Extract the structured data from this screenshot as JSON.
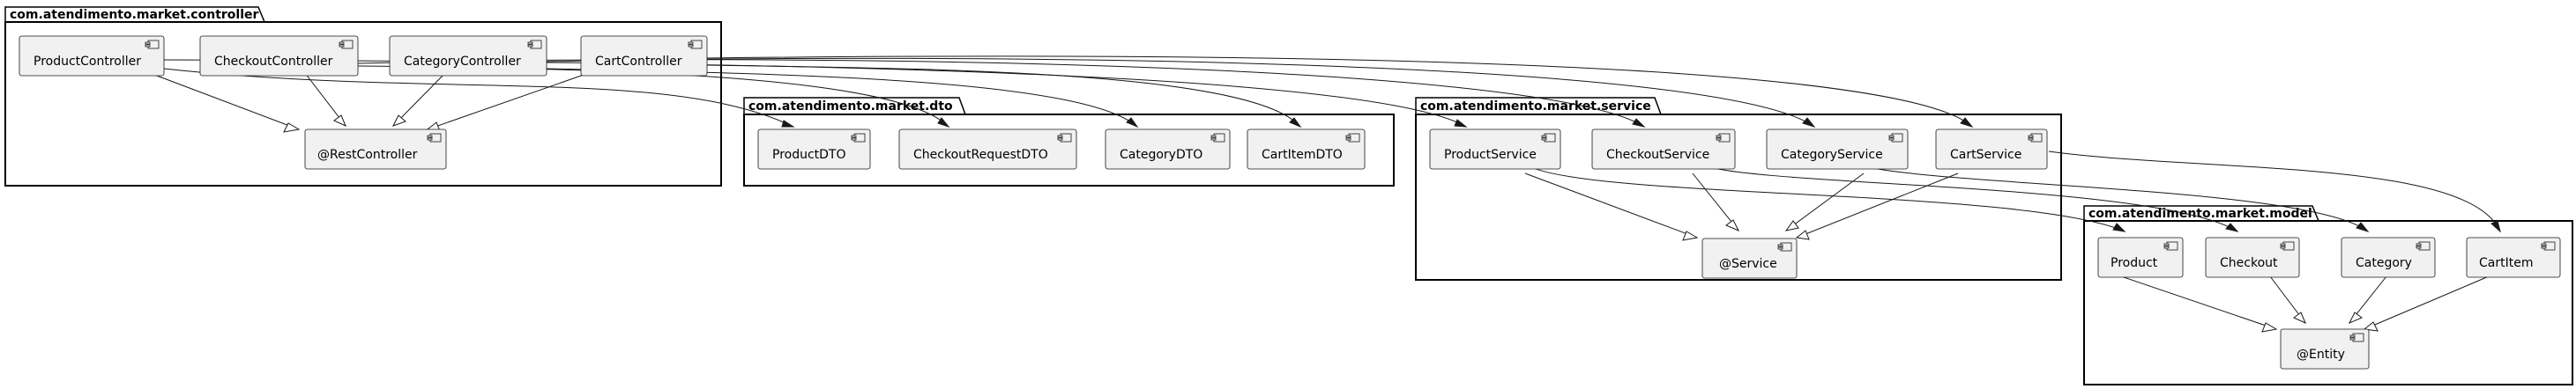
{
  "colors": {
    "component_fill": "#f1f1f1",
    "component_border": "#181818",
    "package_border": "#000000",
    "edge": "#181818",
    "background": "#ffffff"
  },
  "packages": {
    "controller": {
      "name": "com.atendimento.market.controller",
      "components": {
        "product": "ProductController",
        "checkout": "CheckoutController",
        "category": "CategoryController",
        "cart": "CartController",
        "rest": "@RestController"
      }
    },
    "dto": {
      "name": "com.atendimento.market.dto",
      "components": {
        "product": "ProductDTO",
        "checkout": "CheckoutRequestDTO",
        "category": "CategoryDTO",
        "cartitem": "CartItemDTO"
      }
    },
    "service": {
      "name": "com.atendimento.market.service",
      "components": {
        "product": "ProductService",
        "checkout": "CheckoutService",
        "category": "CategoryService",
        "cart": "CartService",
        "annotation": "@Service"
      }
    },
    "model": {
      "name": "com.atendimento.market.model",
      "components": {
        "product": "Product",
        "checkout": "Checkout",
        "category": "Category",
        "cartitem": "CartItem",
        "entity": "@Entity"
      }
    }
  },
  "relations": {
    "realization": [
      [
        "ProductController",
        "@RestController"
      ],
      [
        "CheckoutController",
        "@RestController"
      ],
      [
        "CategoryController",
        "@RestController"
      ],
      [
        "CartController",
        "@RestController"
      ],
      [
        "ProductService",
        "@Service"
      ],
      [
        "CheckoutService",
        "@Service"
      ],
      [
        "CategoryService",
        "@Service"
      ],
      [
        "CartService",
        "@Service"
      ],
      [
        "Product",
        "@Entity"
      ],
      [
        "Checkout",
        "@Entity"
      ],
      [
        "Category",
        "@Entity"
      ],
      [
        "CartItem",
        "@Entity"
      ]
    ],
    "dependency": [
      [
        "ProductController",
        "ProductDTO"
      ],
      [
        "ProductController",
        "ProductService"
      ],
      [
        "CheckoutController",
        "CheckoutRequestDTO"
      ],
      [
        "CheckoutController",
        "CheckoutService"
      ],
      [
        "CategoryController",
        "CategoryDTO"
      ],
      [
        "CategoryController",
        "CategoryService"
      ],
      [
        "CartController",
        "CartItemDTO"
      ],
      [
        "CartController",
        "CartService"
      ],
      [
        "ProductService",
        "Product"
      ],
      [
        "CheckoutService",
        "Checkout"
      ],
      [
        "CategoryService",
        "Category"
      ],
      [
        "CartService",
        "CartItem"
      ]
    ]
  }
}
